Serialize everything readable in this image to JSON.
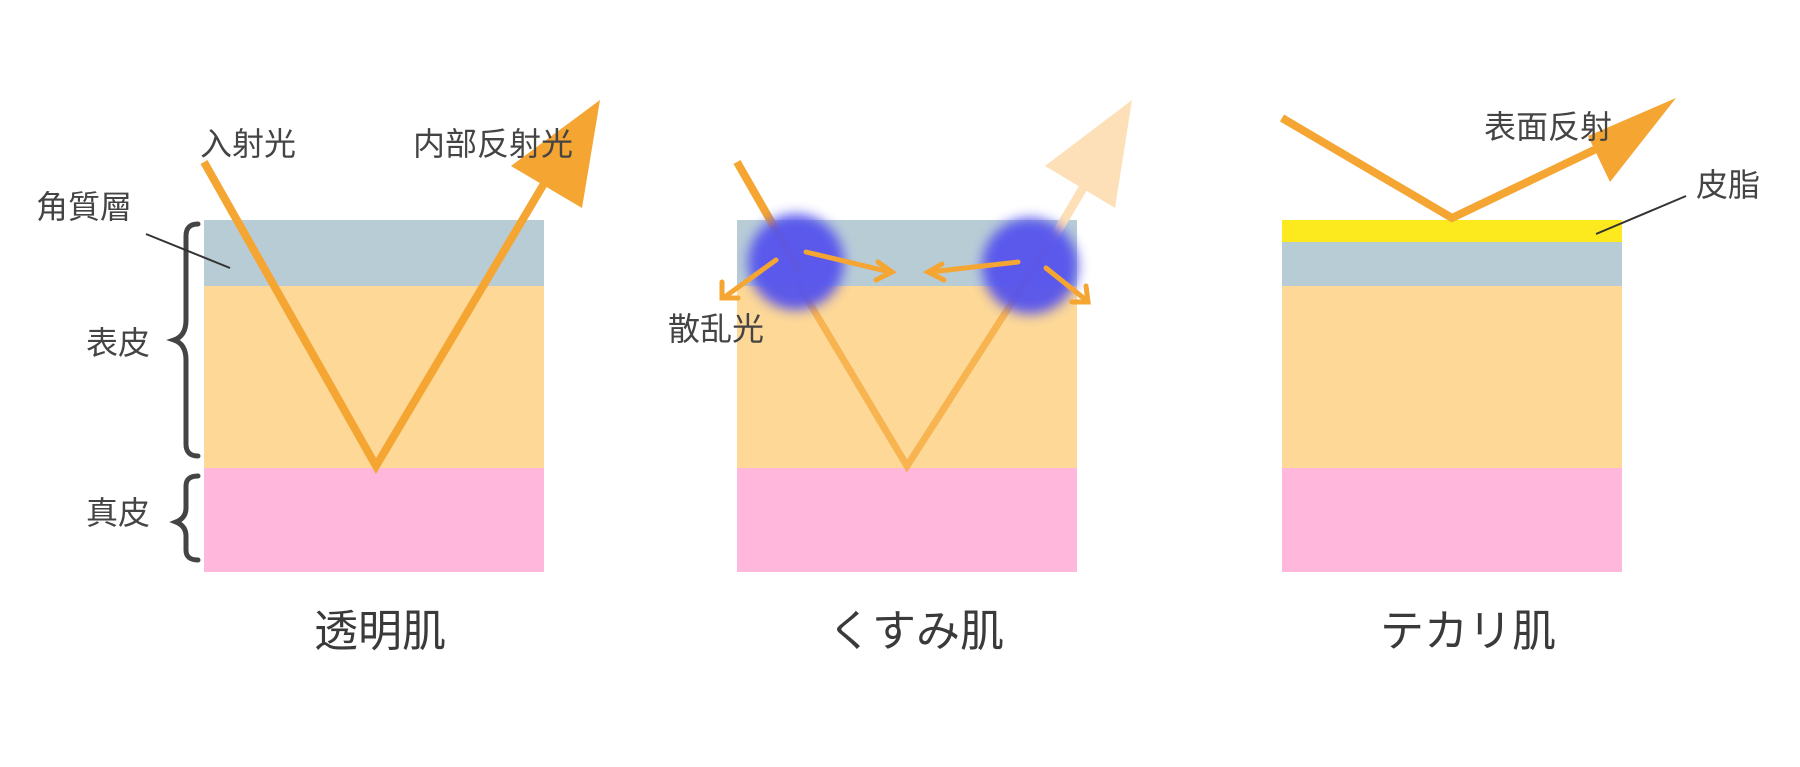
{
  "colors": {
    "stratum_corneum": "#b8ccd6",
    "epidermis": "#fdd896",
    "dermis": "#ffb8dc",
    "sebum": "#fdea1e",
    "light": "#f5a532",
    "light_faded": "#fde0b8",
    "scatter_particle": "#5552ee",
    "leader_line": "#333333",
    "brace": "#444444"
  },
  "labels": {
    "incident_light": "入射光",
    "internal_reflection": "内部反射光",
    "stratum_corneum": "角質層",
    "epidermis": "表皮",
    "dermis": "真皮",
    "scattered_light": "散乱光",
    "surface_reflection": "表面反射",
    "sebum": "皮脂"
  },
  "panels": [
    {
      "caption": "透明肌"
    },
    {
      "caption": "くすみ肌"
    },
    {
      "caption": "テカリ肌"
    }
  ],
  "icons": [
    "arrow-icon",
    "brace-icon",
    "blur-particle-icon"
  ]
}
